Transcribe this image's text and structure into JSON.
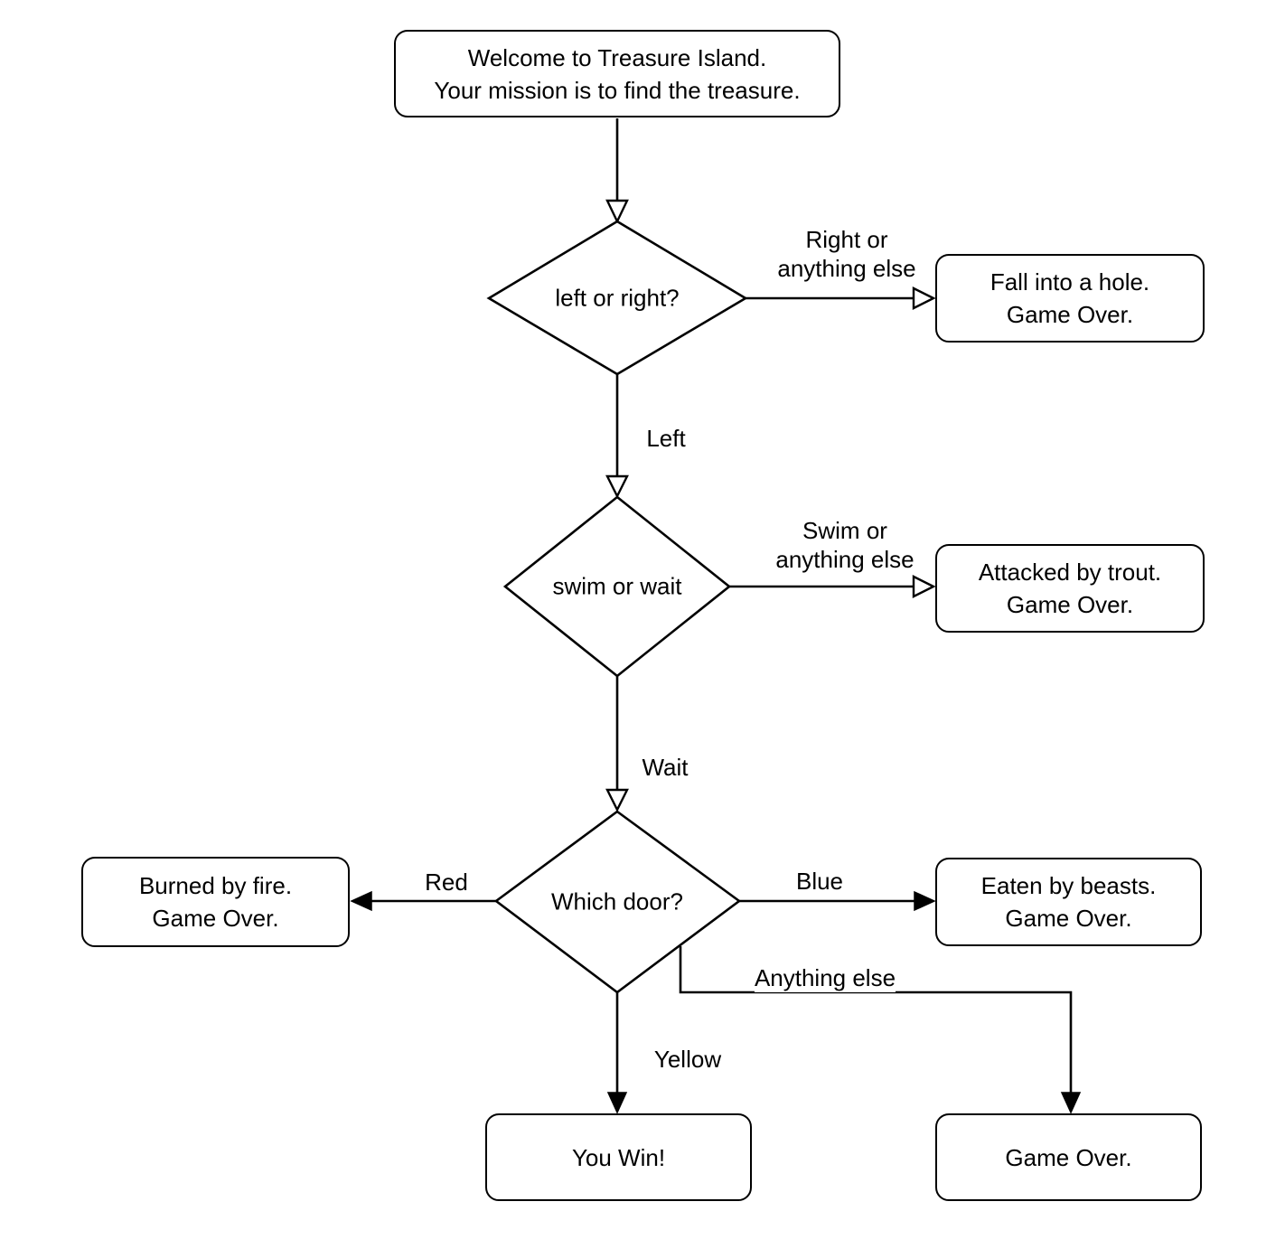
{
  "colors": {
    "stroke": "#000000",
    "node_fill": "#ffffff",
    "text": "#000000",
    "background": "#ffffff"
  },
  "nodes": {
    "welcome": {
      "line1": "Welcome to Treasure Island.",
      "line2": "Your mission is to find the treasure."
    },
    "decision_direction": {
      "label": "left or right?"
    },
    "fall_hole": {
      "line1": "Fall into a hole.",
      "line2": "Game Over."
    },
    "decision_swim": {
      "label": "swim or wait"
    },
    "trout": {
      "line1": "Attacked by trout.",
      "line2": "Game Over."
    },
    "decision_door": {
      "label": "Which door?"
    },
    "burned": {
      "line1": "Burned by fire.",
      "line2": "Game Over."
    },
    "eaten": {
      "line1": "Eaten by beasts.",
      "line2": "Game Over."
    },
    "win": {
      "line1": "You Win!"
    },
    "game_over": {
      "line1": "Game Over."
    }
  },
  "edge_labels": {
    "right_or": {
      "line1": "Right or",
      "line2": "anything else"
    },
    "left": "Left",
    "swim_or": {
      "line1": "Swim or",
      "line2": "anything else"
    },
    "wait": "Wait",
    "red": "Red",
    "blue": "Blue",
    "yellow": "Yellow",
    "anything_else": "Anything else"
  }
}
